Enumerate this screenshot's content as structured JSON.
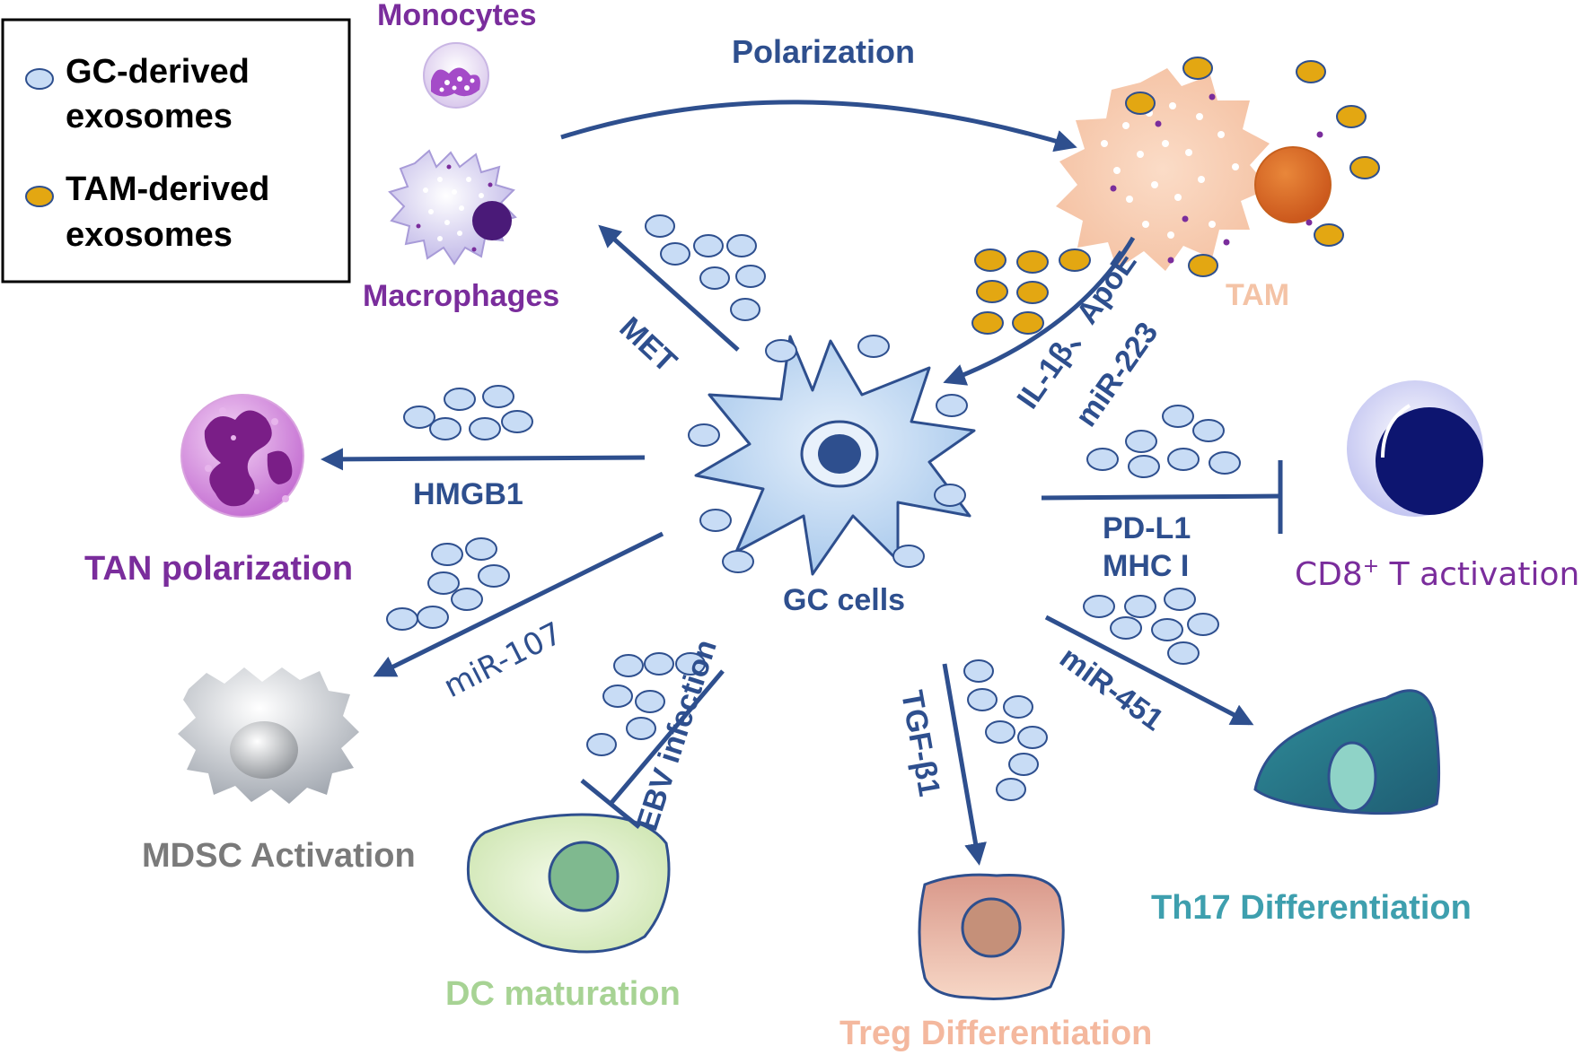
{
  "legend": {
    "gc_line1": "GC-derived",
    "gc_line2": "exosomes",
    "tam_line1": "TAM-derived",
    "tam_line2": "exosomes"
  },
  "cells": {
    "monocytes": "Monocytes",
    "macrophages": "Macrophages",
    "tam": "TAM",
    "gc_cells": "GC cells",
    "tan": "TAN polarization",
    "cd8_prefix": "CD8",
    "cd8_sup": "+",
    "cd8_suffix": " T activation",
    "mdsc": "MDSC Activation",
    "dc": "DC maturation",
    "treg": "Treg Differentiation",
    "th17": "Th17 Differentiation"
  },
  "pathways": {
    "polarization": "Polarization",
    "met": "MET",
    "il1b": "IL-1β、ApoE",
    "mir223": "miR-223",
    "hmgb1": "HMGB1",
    "pdl1": "PD-L1",
    "mhc": "MHC I",
    "mir107": "miR-107",
    "ebv": "EBV infection",
    "tgfb1": "TGF-β1",
    "mir451": "miR-451"
  },
  "colors": {
    "arrow": "#2e4f8e",
    "exo_gc_fill": "#c8dcf5",
    "exo_gc_stroke": "#2e4f8e",
    "exo_tam_fill": "#e3a712",
    "exo_tam_stroke": "#2e4f8e",
    "purple_label": "#7a2d9c",
    "tam_label": "#f4c3a6",
    "cd8_label": "#7a2d9c",
    "mdsc_label": "#7a7a7a",
    "dc_label": "#a7d394",
    "treg_label": "#f4b89e",
    "th17_label": "#3e9fae"
  }
}
